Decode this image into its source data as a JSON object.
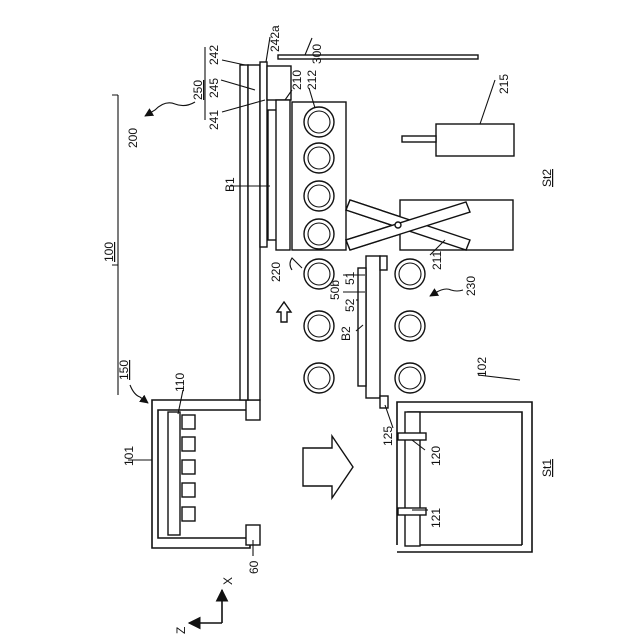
{
  "labels": {
    "l100": "100",
    "l101": "101",
    "l102": "102",
    "l110": "110",
    "l120": "120",
    "l121": "121",
    "l125": "125",
    "l150": "150",
    "l200": "200",
    "l210": "210",
    "l211": "211",
    "l212": "212",
    "l215": "215",
    "l220": "220",
    "l230": "230",
    "l241": "241",
    "l242": "242",
    "l242a": "242a",
    "l245": "245",
    "l250": "250",
    "l300": "300",
    "l50b": "50b",
    "l51": "51",
    "l52": "52",
    "lB1": "B1",
    "lB2": "B2",
    "lSt1": "St1",
    "lSt2": "St2",
    "l60": "60",
    "axX": "X",
    "axZ": "Z"
  }
}
